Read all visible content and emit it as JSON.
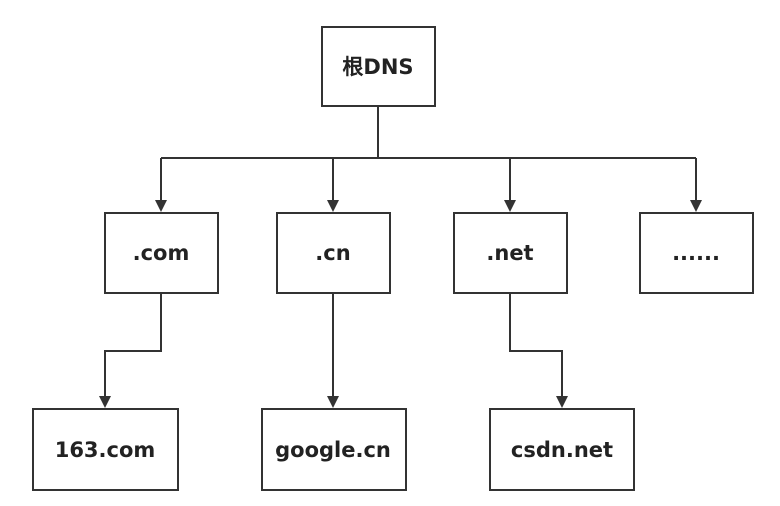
{
  "diagram": {
    "root": {
      "label": "根DNS"
    },
    "tlds": [
      {
        "label": ".com"
      },
      {
        "label": ".cn"
      },
      {
        "label": ".net"
      },
      {
        "label": "......"
      }
    ],
    "domains": [
      {
        "label": "163.com"
      },
      {
        "label": "google.cn"
      },
      {
        "label": "csdn.net"
      }
    ],
    "colors": {
      "stroke": "#333333",
      "text": "#222222",
      "background": "#ffffff"
    }
  }
}
